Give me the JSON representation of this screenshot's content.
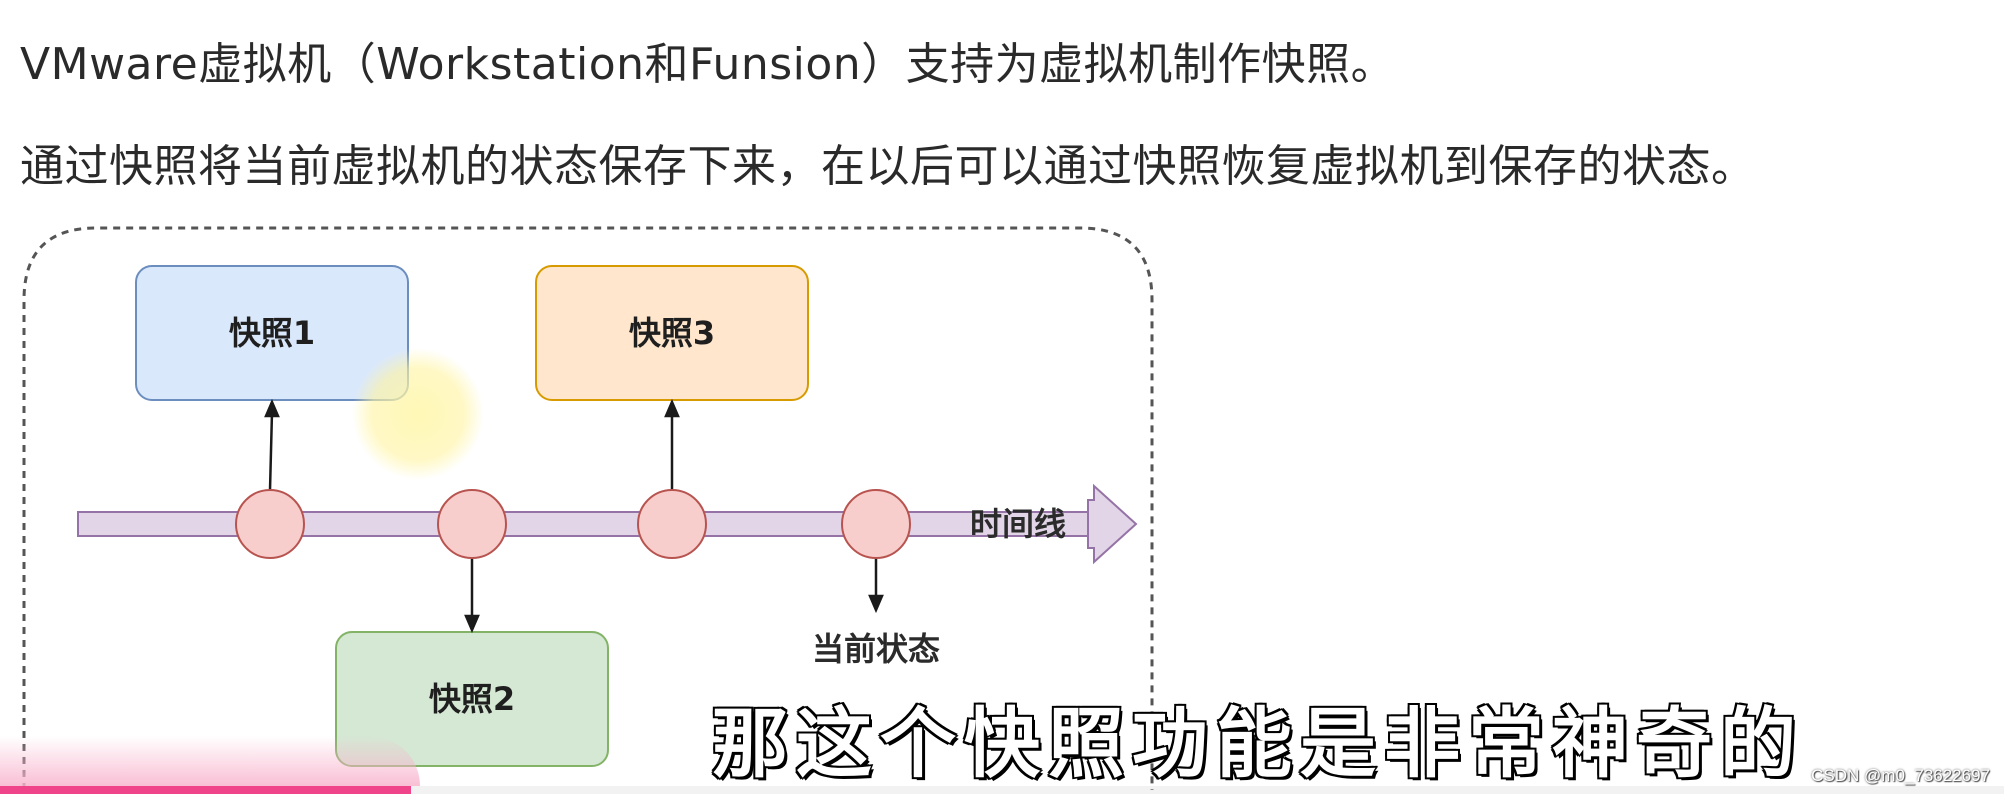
{
  "text": {
    "line1": "VMware虚拟机（Workstation和Funsion）支持为虚拟机制作快照。",
    "line2": "通过快照将当前虚拟机的状态保存下来，在以后可以通过快照恢复虚拟机到保存的状态。"
  },
  "diagram": {
    "snapshot1": "快照1",
    "snapshot2": "快照2",
    "snapshot3": "快照3",
    "timeline_label": "时间线",
    "current_state": "当前状态"
  },
  "subtitle": "那这个快照功能是非常神奇的",
  "watermark": "CSDN @m0_73622697",
  "video_progress": 0.205,
  "colors": {
    "snapshot1_fill": "#dae8fc",
    "snapshot1_stroke": "#6c8ebf",
    "snapshot2_fill": "#d5e8d4",
    "snapshot2_stroke": "#82b366",
    "snapshot3_fill": "#ffe6cc",
    "snapshot3_stroke": "#d79b00",
    "node_fill": "#f8cecc",
    "node_stroke": "#b85450",
    "timeline_fill": "#e1d5e7",
    "timeline_stroke": "#9673a6",
    "progress": "#f0448a"
  }
}
